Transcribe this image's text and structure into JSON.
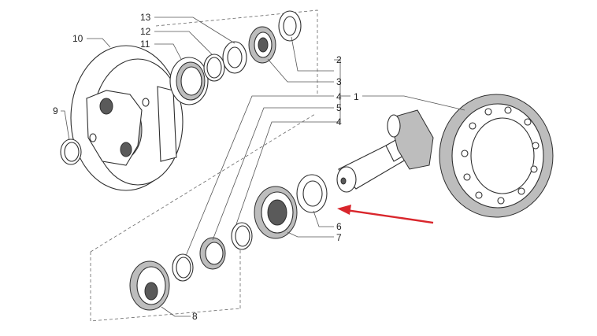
{
  "labels": {
    "l1": "1",
    "l2": "2",
    "l3": "3",
    "l4a": "4",
    "l5": "5",
    "l4b": "4",
    "l6": "6",
    "l7": "7",
    "l8": "8",
    "l9": "9",
    "l10": "10",
    "l11": "11",
    "l12": "12",
    "l13": "13"
  },
  "colors": {
    "arrow": "#d9262c",
    "line": "#3a3a3a",
    "shade": "#bdbdbd"
  }
}
